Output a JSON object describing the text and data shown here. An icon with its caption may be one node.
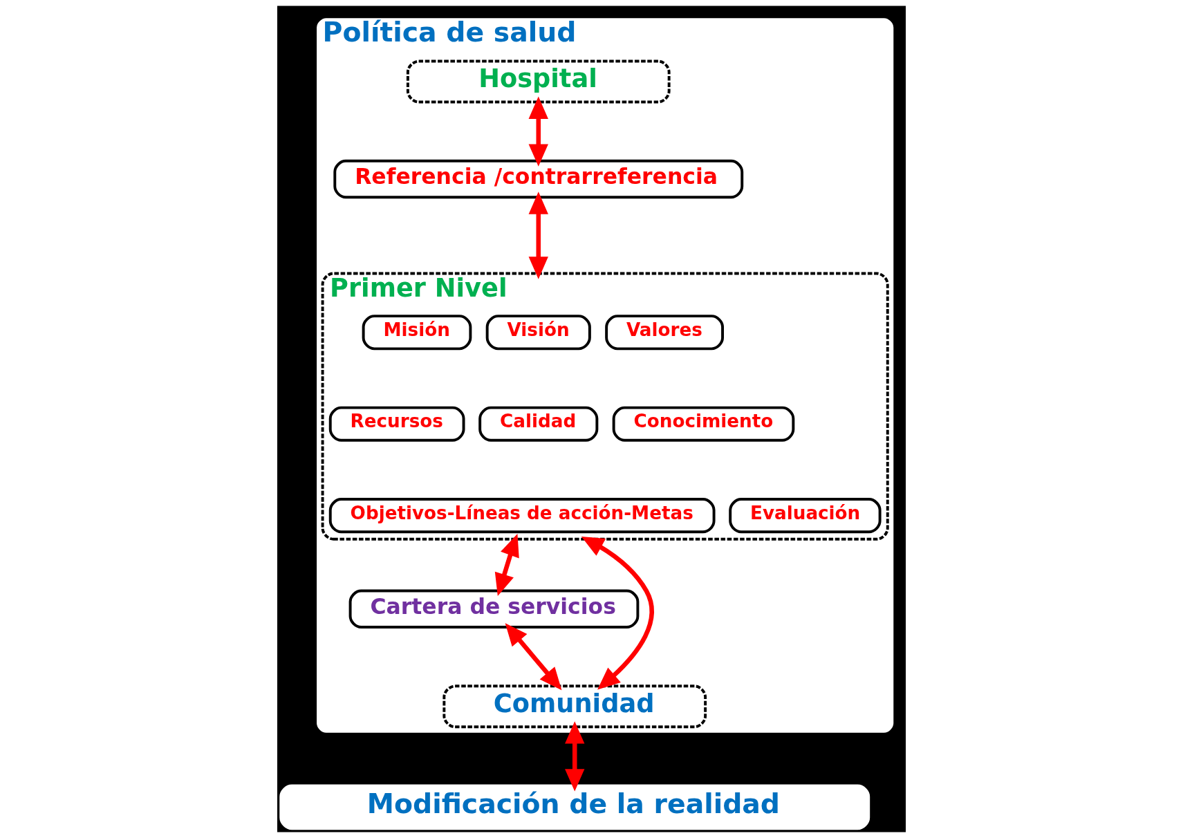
{
  "diagram": {
    "nodes": [
      {
        "text": [
          "Política de salud"
        ]
      },
      {
        "text": [
          "Hospital"
        ],
        "in": 0
      },
      {
        "text": [
          "Referencia /contrarreferencia"
        ],
        "in": 0
      },
      {
        "text": [
          "Primer Nivel"
        ],
        "in": 0
      },
      {
        "text": [
          "Misión"
        ],
        "in": 3
      },
      {
        "text": [
          "Visión"
        ],
        "in": 3
      },
      {
        "text": [
          "Valores"
        ],
        "in": 3
      },
      {
        "text": [
          "Recursos"
        ],
        "in": 3
      },
      {
        "text": [
          "Calidad"
        ],
        "in": 3
      },
      {
        "text": [
          "Conocimiento"
        ],
        "in": 3
      },
      {
        "text": [
          "Objetivos-Líneas de acción-Metas"
        ],
        "in": 3
      },
      {
        "text": [
          "Evaluación"
        ],
        "in": 3
      },
      {
        "text": [
          "Cartera de servicios"
        ],
        "in": 0
      },
      {
        "text": [
          "Comunidad"
        ],
        "in": 0
      },
      {
        "text": [
          "Modificación de la realidad"
        ]
      }
    ],
    "edges": [
      {
        "from": 1,
        "to": 2,
        "arrow": "both"
      },
      {
        "from": 2,
        "to": 3,
        "arrow": "both"
      },
      {
        "from": 3,
        "to": 13,
        "arrow": "both"
      },
      {
        "from": 3,
        "to": 12,
        "arrow": "both"
      },
      {
        "from": 12,
        "to": 13,
        "arrow": "both"
      },
      {
        "from": 13,
        "to": 14,
        "arrow": "both"
      }
    ]
  }
}
